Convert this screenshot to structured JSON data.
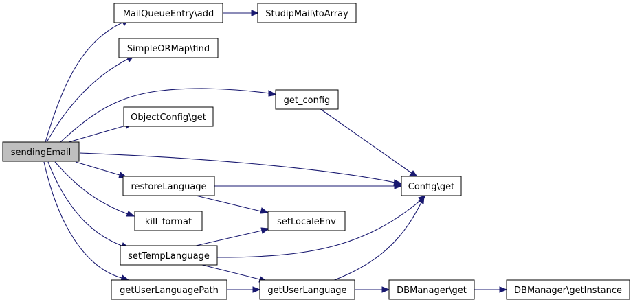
{
  "colors": {
    "edge": "#191970",
    "root_fill": "#bfbfbf",
    "node_fill": "#ffffff",
    "border": "#000000"
  },
  "nodes": {
    "sending_email": "sendingEmail",
    "mail_queue_add": "MailQueueEntry\\add",
    "studip_to_array": "StudipMail\\toArray",
    "simple_ormap_find": "SimpleORMap\\find",
    "get_config": "get_config",
    "object_config_get": "ObjectConfig\\get",
    "config_get": "Config\\get",
    "restore_language": "restoreLanguage",
    "kill_format": "kill_format",
    "set_locale_env": "setLocaleEnv",
    "set_temp_language": "setTempLanguage",
    "get_user_language_path": "getUserLanguagePath",
    "get_user_language": "getUserLanguage",
    "dbmanager_get": "DBManager\\get",
    "dbmanager_get_instance": "DBManager\\getInstance"
  }
}
